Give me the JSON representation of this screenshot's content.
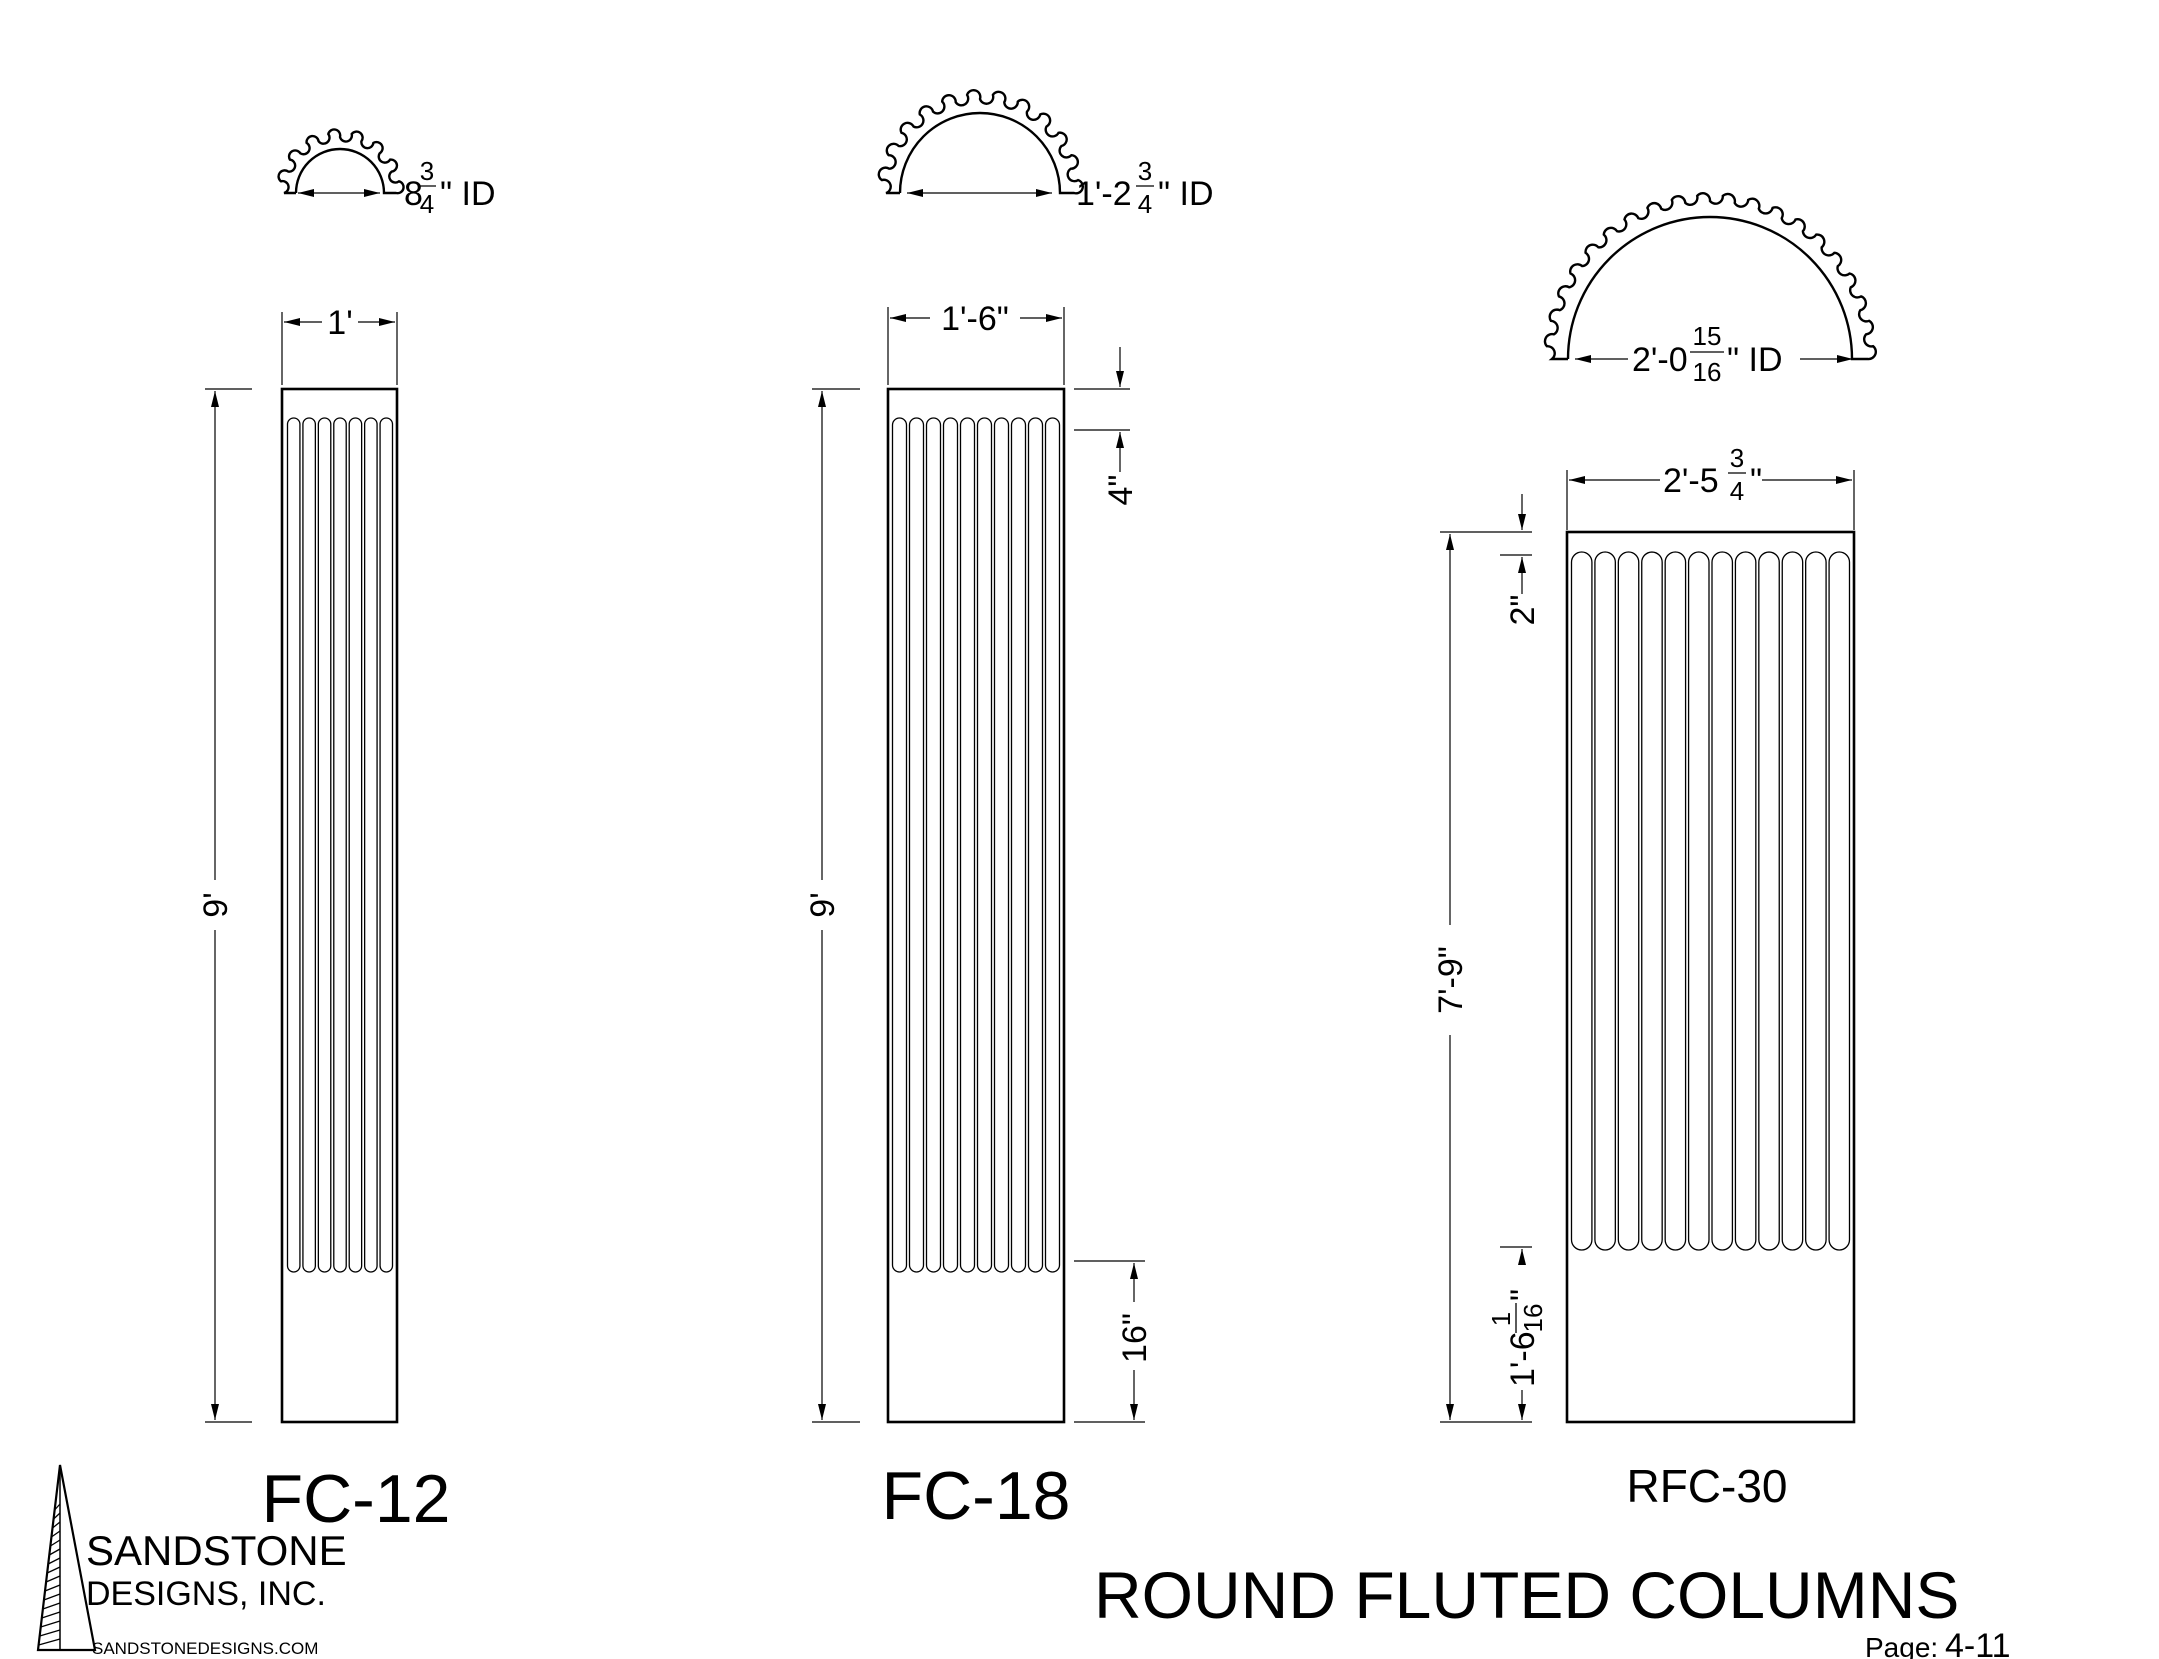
{
  "title": "ROUND FLUTED COLUMNS",
  "page": {
    "label": "Page:",
    "number": "4-11"
  },
  "company": {
    "line1": "SANDSTONE",
    "line2": "DESIGNS, INC.",
    "website": "SANDSTONEDESIGNS.COM",
    "logo_icon": "pyramid-logo-icon"
  },
  "columns": [
    {
      "model": "FC-12",
      "width": "1'",
      "height": "9'",
      "id_whole": "8",
      "id_num": "3",
      "id_den": "4",
      "id_suffix": "\" ID",
      "flutes": 7
    },
    {
      "model": "FC-18",
      "width": "1'-6\"",
      "height": "9'",
      "top_band": "4\"",
      "bottom_band": "16\"",
      "id_whole": "1'-2",
      "id_num": "3",
      "id_den": "4",
      "id_suffix": "\" ID",
      "flutes": 10
    },
    {
      "model": "RFC-30",
      "width_whole": "2'-5",
      "width_num": "3",
      "width_den": "4",
      "width_suffix": "\"",
      "height": "7'-9\"",
      "top_band": "2\"",
      "bottom_whole": "1'-6",
      "bottom_num": "1",
      "bottom_den": "16",
      "bottom_suffix": "\"",
      "id_whole": "2'-0",
      "id_num": "15",
      "id_den": "16",
      "id_suffix": "\" ID",
      "flutes": 12
    }
  ]
}
